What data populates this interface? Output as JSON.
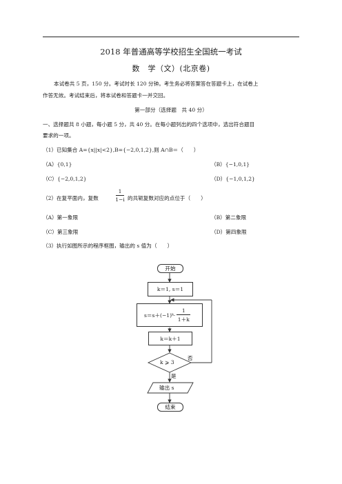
{
  "header": {
    "title": "2018 年普通高等学校招生全国统一考试",
    "subtitle": "数　学（文）(北京卷)"
  },
  "instructions": {
    "line1": "本试卷共 5 页，150 分。考试时长 120 分钟。考生务必将答案答在答题卡上，在试卷上",
    "line2": "作答无效。考试结束后，将本试卷和答题卡一并交回。"
  },
  "part1": {
    "heading": "第一部分（选择题　共 40 分）",
    "intro1": "一、选择题共 8 小题，每小题 5 分，共 40 分。在每小题列出的四个选项中，选出符合题目",
    "intro2": "要求的一项。"
  },
  "questions": [
    {
      "stem": "（1）已知集合 A={x||x|<2},B={−2,0,1,2},则 A∩B＝（　　）",
      "options": [
        "（A）{0,1}",
        "（B）{−1,0,1}",
        "（C）{−2,0,1,2}",
        "（D）{−1,0,1,2}"
      ]
    },
    {
      "stem_pre": "（2）在复平面内，复数",
      "frac_num": "1",
      "frac_den": "1−i",
      "stem_post": "的共轭复数对应的点位于（　　）",
      "options": [
        "（A）第一象限",
        "（B）第二象限",
        "（C）第三象限",
        "（D）第四象限"
      ]
    },
    {
      "stem": "（3）执行如图所示的程序框图，输出的 s 值为（　　）"
    }
  ],
  "flowchart": {
    "start": "开始",
    "init": "k＝1, s＝1",
    "update_s": "s＝s＋(−1)ᵏ·",
    "update_frac_num": "1",
    "update_frac_den": "1＋k",
    "increment": "k＝k＋1",
    "condition": "k ⩾ 3",
    "no": "否",
    "yes": "是",
    "output": "输出 s",
    "end": "结束"
  }
}
